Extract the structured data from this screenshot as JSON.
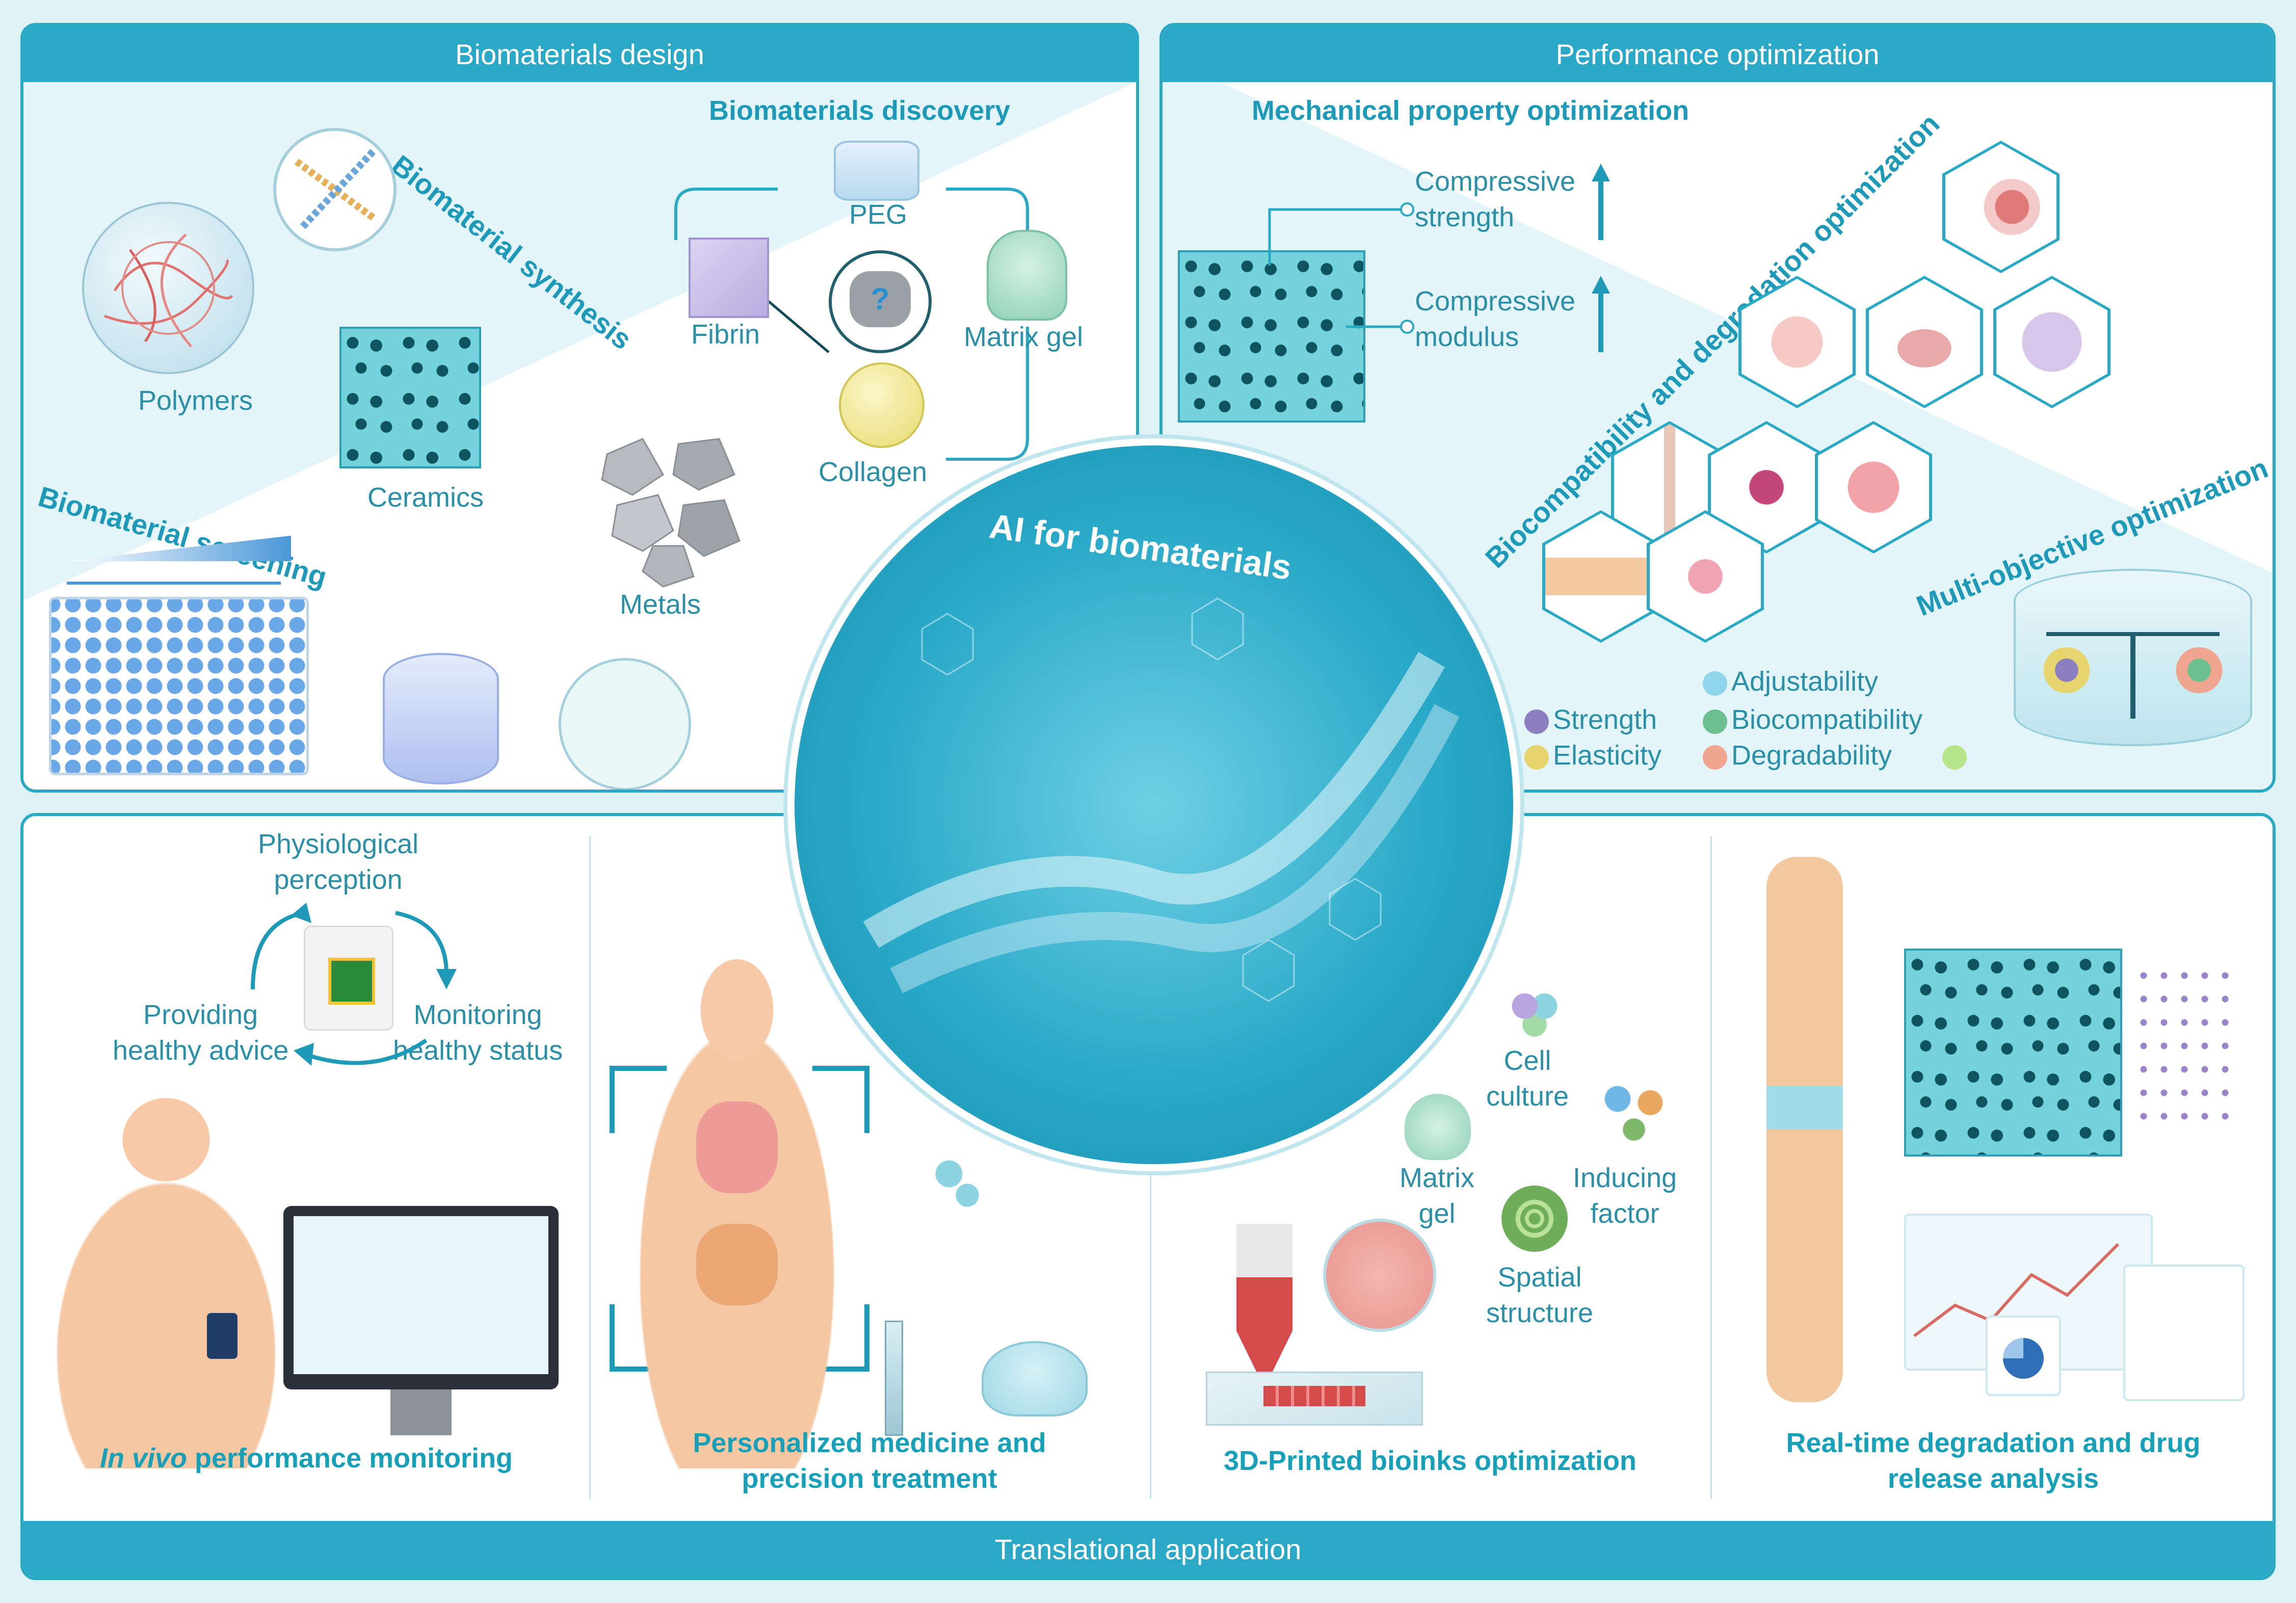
{
  "center": {
    "title": "AI for biomaterials"
  },
  "design": {
    "header": "Biomaterials design",
    "synthesis": "Biomaterial synthesis",
    "screening": "Biomaterial screening",
    "discovery": "Biomaterials discovery",
    "polymers": "Polymers",
    "ceramics": "Ceramics",
    "metals": "Metals",
    "peg": "PEG",
    "fibrin": "Fibrin",
    "matrix_gel": "Matrix gel",
    "collagen": "Collagen",
    "question": "?"
  },
  "performance": {
    "header": "Performance optimization",
    "mechanical": "Mechanical property optimization",
    "compressive_strength": [
      "Compressive",
      "strength"
    ],
    "compressive_modulus": [
      "Compressive",
      "modulus"
    ],
    "biocompat": "Biocompatibility and degradation optimization",
    "multi_objective": "Multi-objective optimization",
    "legend": [
      {
        "label": "Strength",
        "color": "#8c7fc0"
      },
      {
        "label": "Elasticity",
        "color": "#e6d56f"
      },
      {
        "label": "Adjustability",
        "color": "#8fd4ea"
      },
      {
        "label": "Biocompatibility",
        "color": "#6cbf8f"
      },
      {
        "label": "Degradability",
        "color": "#f0a590"
      },
      {
        "label": "......",
        "color": "#b6e58c"
      }
    ]
  },
  "translational": {
    "footer": "Translational application",
    "cycle": {
      "physio": [
        "Physiological",
        "perception"
      ],
      "monitoring": [
        "Monitoring",
        "healthy status"
      ],
      "providing": [
        "Providing",
        "healthy advice"
      ]
    },
    "invivo_italic": "In vivo",
    "invivo_rest": " performance monitoring",
    "personalized": [
      "Personalized medicine and",
      "precision treatment"
    ],
    "bioinks": "3D-Printed bioinks optimization",
    "cell_culture": [
      "Cell",
      "culture"
    ],
    "matrix_gel": [
      "Matrix",
      "gel"
    ],
    "inducing": [
      "Inducing",
      "factor"
    ],
    "spatial": [
      "Spatial",
      "structure"
    ],
    "realtime": [
      "Real-time degradation and drug",
      "release analysis"
    ]
  }
}
